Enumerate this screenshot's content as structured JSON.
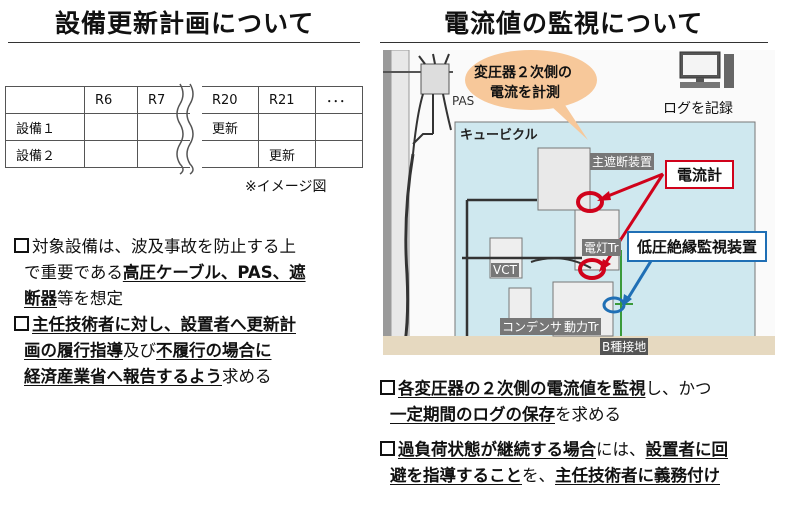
{
  "left": {
    "title": "設備更新計画について",
    "table": {
      "header": [
        "",
        "R6",
        "R7",
        "R20",
        "R21",
        "･･･"
      ],
      "rows": [
        [
          "設備１",
          "",
          "",
          "更新",
          "",
          ""
        ],
        [
          "設備２",
          "",
          "",
          "",
          "更新",
          ""
        ]
      ]
    },
    "note": "※イメージ図",
    "bullets": [
      {
        "lines": [
          [
            {
              "t": "対象設備は、波及事故を防止する上",
              "b": false
            }
          ],
          [
            {
              "t": "で重要である",
              "b": false
            },
            {
              "t": "高圧ケーブル、PAS、遮",
              "b": true
            }
          ],
          [
            {
              "t": "断器",
              "b": true
            },
            {
              "t": "等を想定",
              "b": false
            }
          ]
        ]
      },
      {
        "lines": [
          [
            {
              "t": "主任技術者に対し、設置者へ更新計",
              "b": true
            }
          ],
          [
            {
              "t": "画の履行指導",
              "b": true
            },
            {
              "t": "及び",
              "b": false
            },
            {
              "t": "不履行の場合に",
              "b": true
            }
          ],
          [
            {
              "t": "経済産業省へ報告するよう",
              "b": true
            },
            {
              "t": "求める",
              "b": false
            }
          ]
        ]
      }
    ]
  },
  "right": {
    "title": "電流値の監視について",
    "callout_transformer": [
      "変圧器２次側の",
      "電流を計測"
    ],
    "log_label": "ログを記録",
    "ammeter_label": "電流計",
    "monitor_label": "低圧絶縁監視装置",
    "diagram_labels": {
      "pas": "PAS",
      "cubicle": "キュービクル",
      "main_breaker": "主遮断装置",
      "lighting_tr": "電灯Tr",
      "vct": "VCT",
      "capacitor": "コンデンサ",
      "power_tr": "動力Tr",
      "ground": "B種接地"
    },
    "bullets": [
      {
        "lines": [
          [
            {
              "t": "各変圧器の２次側の電流値を監視",
              "b": true
            },
            {
              "t": "し、かつ",
              "b": false
            }
          ],
          [
            {
              "t": "一定期間のログの保存",
              "b": true
            },
            {
              "t": "を求める",
              "b": false
            }
          ]
        ]
      },
      {
        "lines": [
          [
            {
              "t": "過負荷状態が継続する場合",
              "b": true
            },
            {
              "t": "には、",
              "b": false
            },
            {
              "t": "設置者に回",
              "b": true
            }
          ],
          [
            {
              "t": "避を指導すること",
              "b": true
            },
            {
              "t": "を、",
              "b": false
            },
            {
              "t": "主任技術者に義務付け",
              "b": true
            }
          ]
        ]
      }
    ]
  },
  "colors": {
    "accent_red": "#d0021b",
    "accent_blue": "#1f6fb5",
    "cubicle_bg": "#cfe8ef",
    "callout_bg": "#f7c89a"
  }
}
